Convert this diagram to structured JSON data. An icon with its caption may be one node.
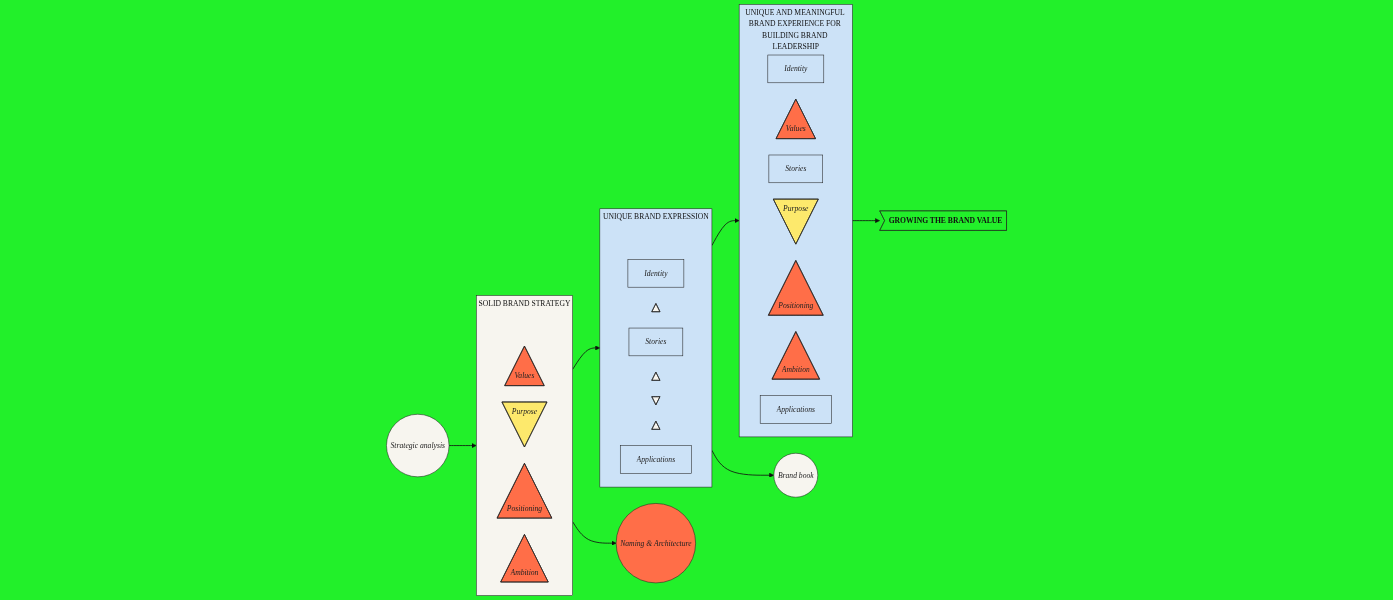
{
  "diagram": {
    "nodes": [
      {
        "text": [
          "Strategic analysis"
        ]
      },
      {
        "text": [
          "SOLID BRAND STRATEGY"
        ]
      },
      {
        "text": [
          "Values"
        ],
        "in": 1
      },
      {
        "text": [
          "Purpose"
        ],
        "in": 1
      },
      {
        "text": [
          "Positioning"
        ],
        "in": 1
      },
      {
        "text": [
          "Ambition"
        ],
        "in": 1
      },
      {
        "text": [
          "Naming & Architecture"
        ]
      },
      {
        "text": [
          "UNIQUE BRAND EXPRESSION"
        ]
      },
      {
        "text": [
          "Identity"
        ],
        "in": 7
      },
      {
        "text": [],
        "shape": "triangle",
        "in": 7
      },
      {
        "text": [
          "Stories"
        ],
        "in": 7
      },
      {
        "text": [],
        "shape": "triangle",
        "in": 7
      },
      {
        "text": [],
        "shape": "triangle",
        "in": 7
      },
      {
        "text": [],
        "shape": "triangle",
        "in": 7
      },
      {
        "text": [
          "Applications"
        ],
        "in": 7
      },
      {
        "text": [
          "Brand book"
        ]
      },
      {
        "text": [
          "UNIQUE AND MEANINGFUL BRAND EXPERIENCE FOR BUILDING BRAND LEADERSHIP"
        ]
      },
      {
        "text": [
          "Identity"
        ],
        "in": 16
      },
      {
        "text": [
          "Values"
        ],
        "in": 16
      },
      {
        "text": [
          "Stories"
        ],
        "in": 16
      },
      {
        "text": [
          "Purpose"
        ],
        "in": 16
      },
      {
        "text": [
          "Positioning"
        ],
        "in": 16
      },
      {
        "text": [
          "Ambition"
        ],
        "in": 16
      },
      {
        "text": [
          "Applications"
        ],
        "in": 16
      },
      {
        "text": [
          "GROWING THE BRAND VALUE"
        ]
      }
    ],
    "edges": [
      {
        "from": 0,
        "to": 1,
        "arrow": "to"
      },
      {
        "from": 1,
        "to": 7,
        "arrow": "to"
      },
      {
        "from": 1,
        "to": 6,
        "arrow": "to"
      },
      {
        "from": 7,
        "to": 16,
        "arrow": "to"
      },
      {
        "from": 7,
        "to": 15,
        "arrow": "to"
      },
      {
        "from": 16,
        "to": 24,
        "arrow": "to"
      }
    ]
  }
}
